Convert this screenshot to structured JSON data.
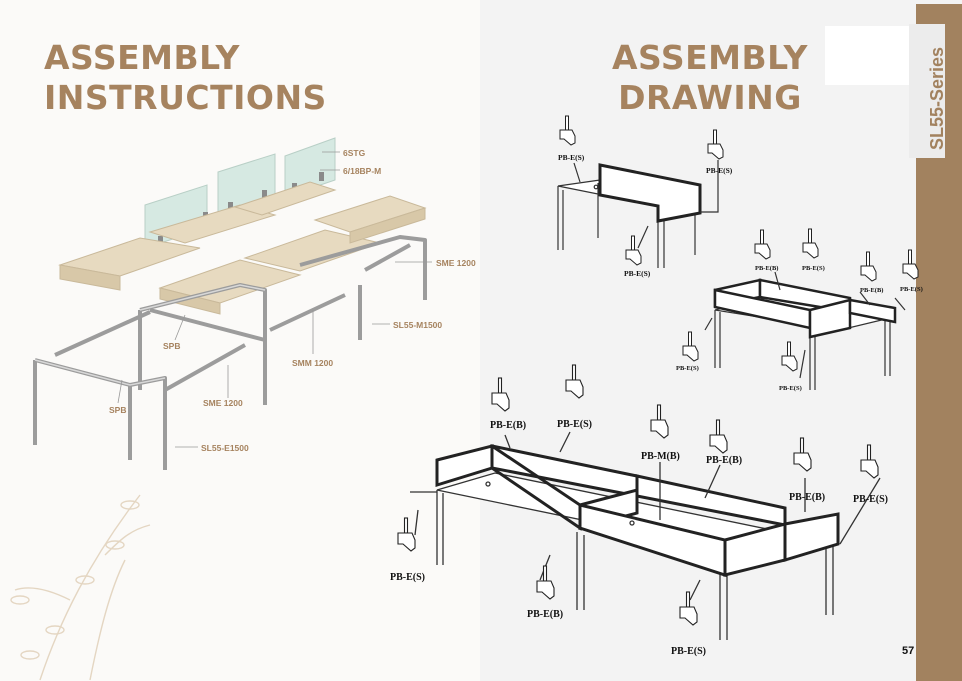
{
  "left": {
    "title_line1": "ASSEMBLY",
    "title_line2": "INSTRUCTIONS",
    "callouts": [
      "6STG",
      "6/18BP-M",
      "SME 1200",
      "SL55-M1500",
      "SPB",
      "SMM 1200",
      "SPB",
      "SME 1200",
      "SL55-E1500"
    ]
  },
  "right": {
    "title_line1": "ASSEMBLY",
    "title_line2": "DRAWING",
    "series_tab": "SL55-Series",
    "drawing1_labels": [
      "PB-E(S)",
      "PB-E(S)",
      "PB-E(S)"
    ],
    "drawing2_labels": [
      "PB-E(B)",
      "PB-E(S)",
      "PB-E(B)",
      "PB-E(S)",
      "PB-E(S)",
      "PB-E(S)"
    ],
    "drawing3_labels": [
      "PB-E(B)",
      "PB-E(S)",
      "PB-M(B)",
      "PB-E(B)",
      "PB-E(B)",
      "PB-E(S)",
      "PB-E(S)",
      "PB-E(B)",
      "PB-E(S)"
    ]
  },
  "page_number": "57",
  "colors": {
    "accent": "#a6835f",
    "band": "#a2825f",
    "wood": "#e6d9bf",
    "glass": "#d3e6df"
  }
}
